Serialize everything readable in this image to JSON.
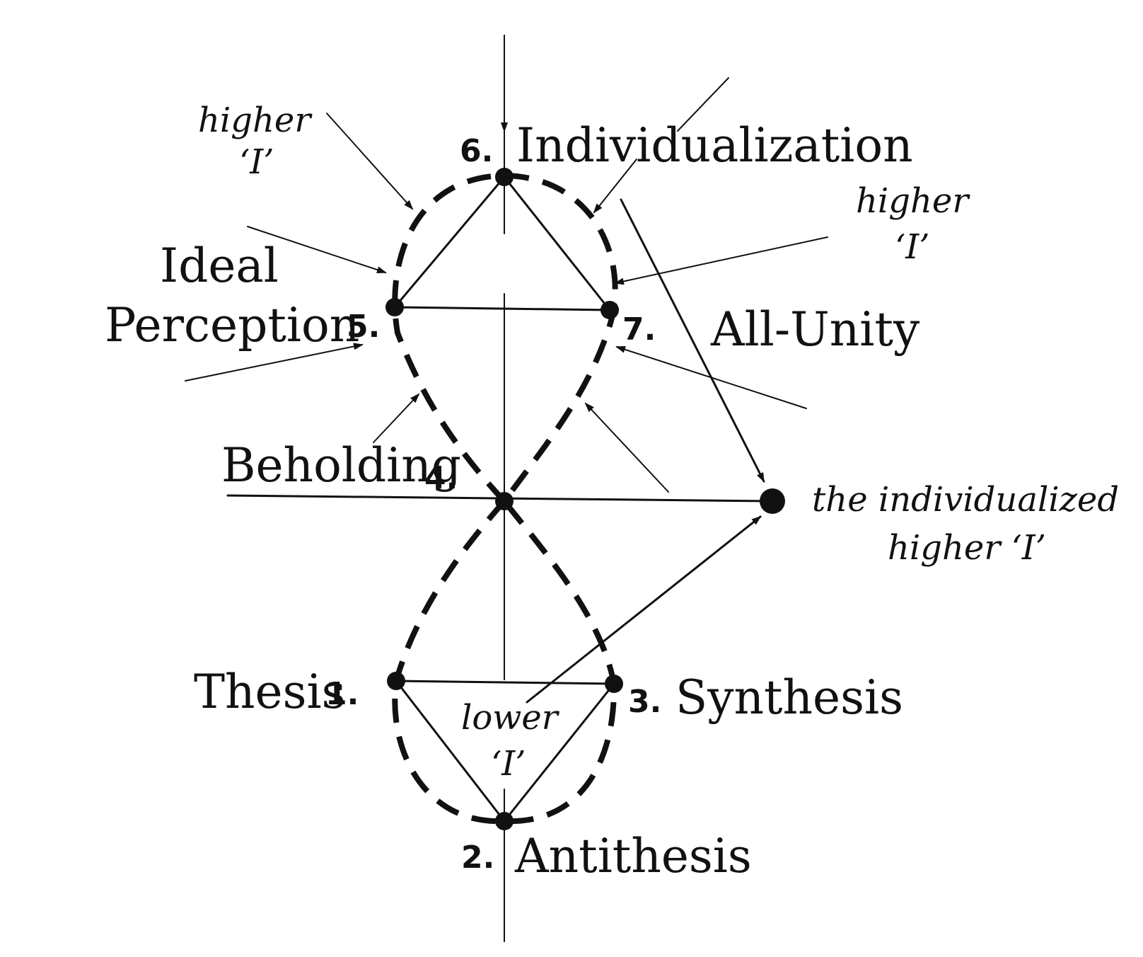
{
  "nodes": [
    {
      "id": "thesis",
      "number": "1.",
      "label": "Thesis"
    },
    {
      "id": "antithesis",
      "number": "2.",
      "label": "Antithesis"
    },
    {
      "id": "synthesis",
      "number": "3.",
      "label": "Synthesis"
    },
    {
      "id": "beholding",
      "number": "4.",
      "label": "Beholding"
    },
    {
      "id": "ideal-perception",
      "number": "5.",
      "label_line1": "Ideal",
      "label_line2": "Perception"
    },
    {
      "id": "individualization",
      "number": "6.",
      "label": "Individualization"
    },
    {
      "id": "all-unity",
      "number": "7.",
      "label": "All-Unity"
    }
  ],
  "annotations": {
    "higher_left": {
      "line1": "higher",
      "line2": "‘I’"
    },
    "higher_right": {
      "line1": "higher",
      "line2": "‘I’"
    },
    "lower": {
      "line1": "lower",
      "line2": "‘I’"
    },
    "individualized": {
      "line1": "the individualized",
      "line2": "higher ‘I’"
    }
  }
}
